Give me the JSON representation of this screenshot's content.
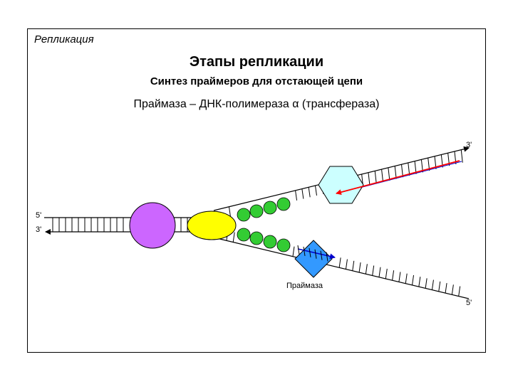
{
  "slide": {
    "corner_title": "Репликация",
    "title": "Этапы репликации",
    "subtitle": "Синтез праймеров для отстающей цепи",
    "enzyme_line": "Праймаза – ДНК-полимераза α (трансфераза)"
  },
  "labels": {
    "top_strand_end": "3'",
    "left_top": "5'",
    "left_bottom": "3'",
    "primase": "Праймаза",
    "bottom_strand_end": "5'"
  },
  "colors": {
    "helicase": "#cc66ff",
    "topoisomerase": "#ffff00",
    "ssb": "#33cc33",
    "polymerase_hex": "#ccffff",
    "primase": "#3399ff",
    "primer_red": "#ff0000",
    "primer_blue": "#0000cc"
  }
}
